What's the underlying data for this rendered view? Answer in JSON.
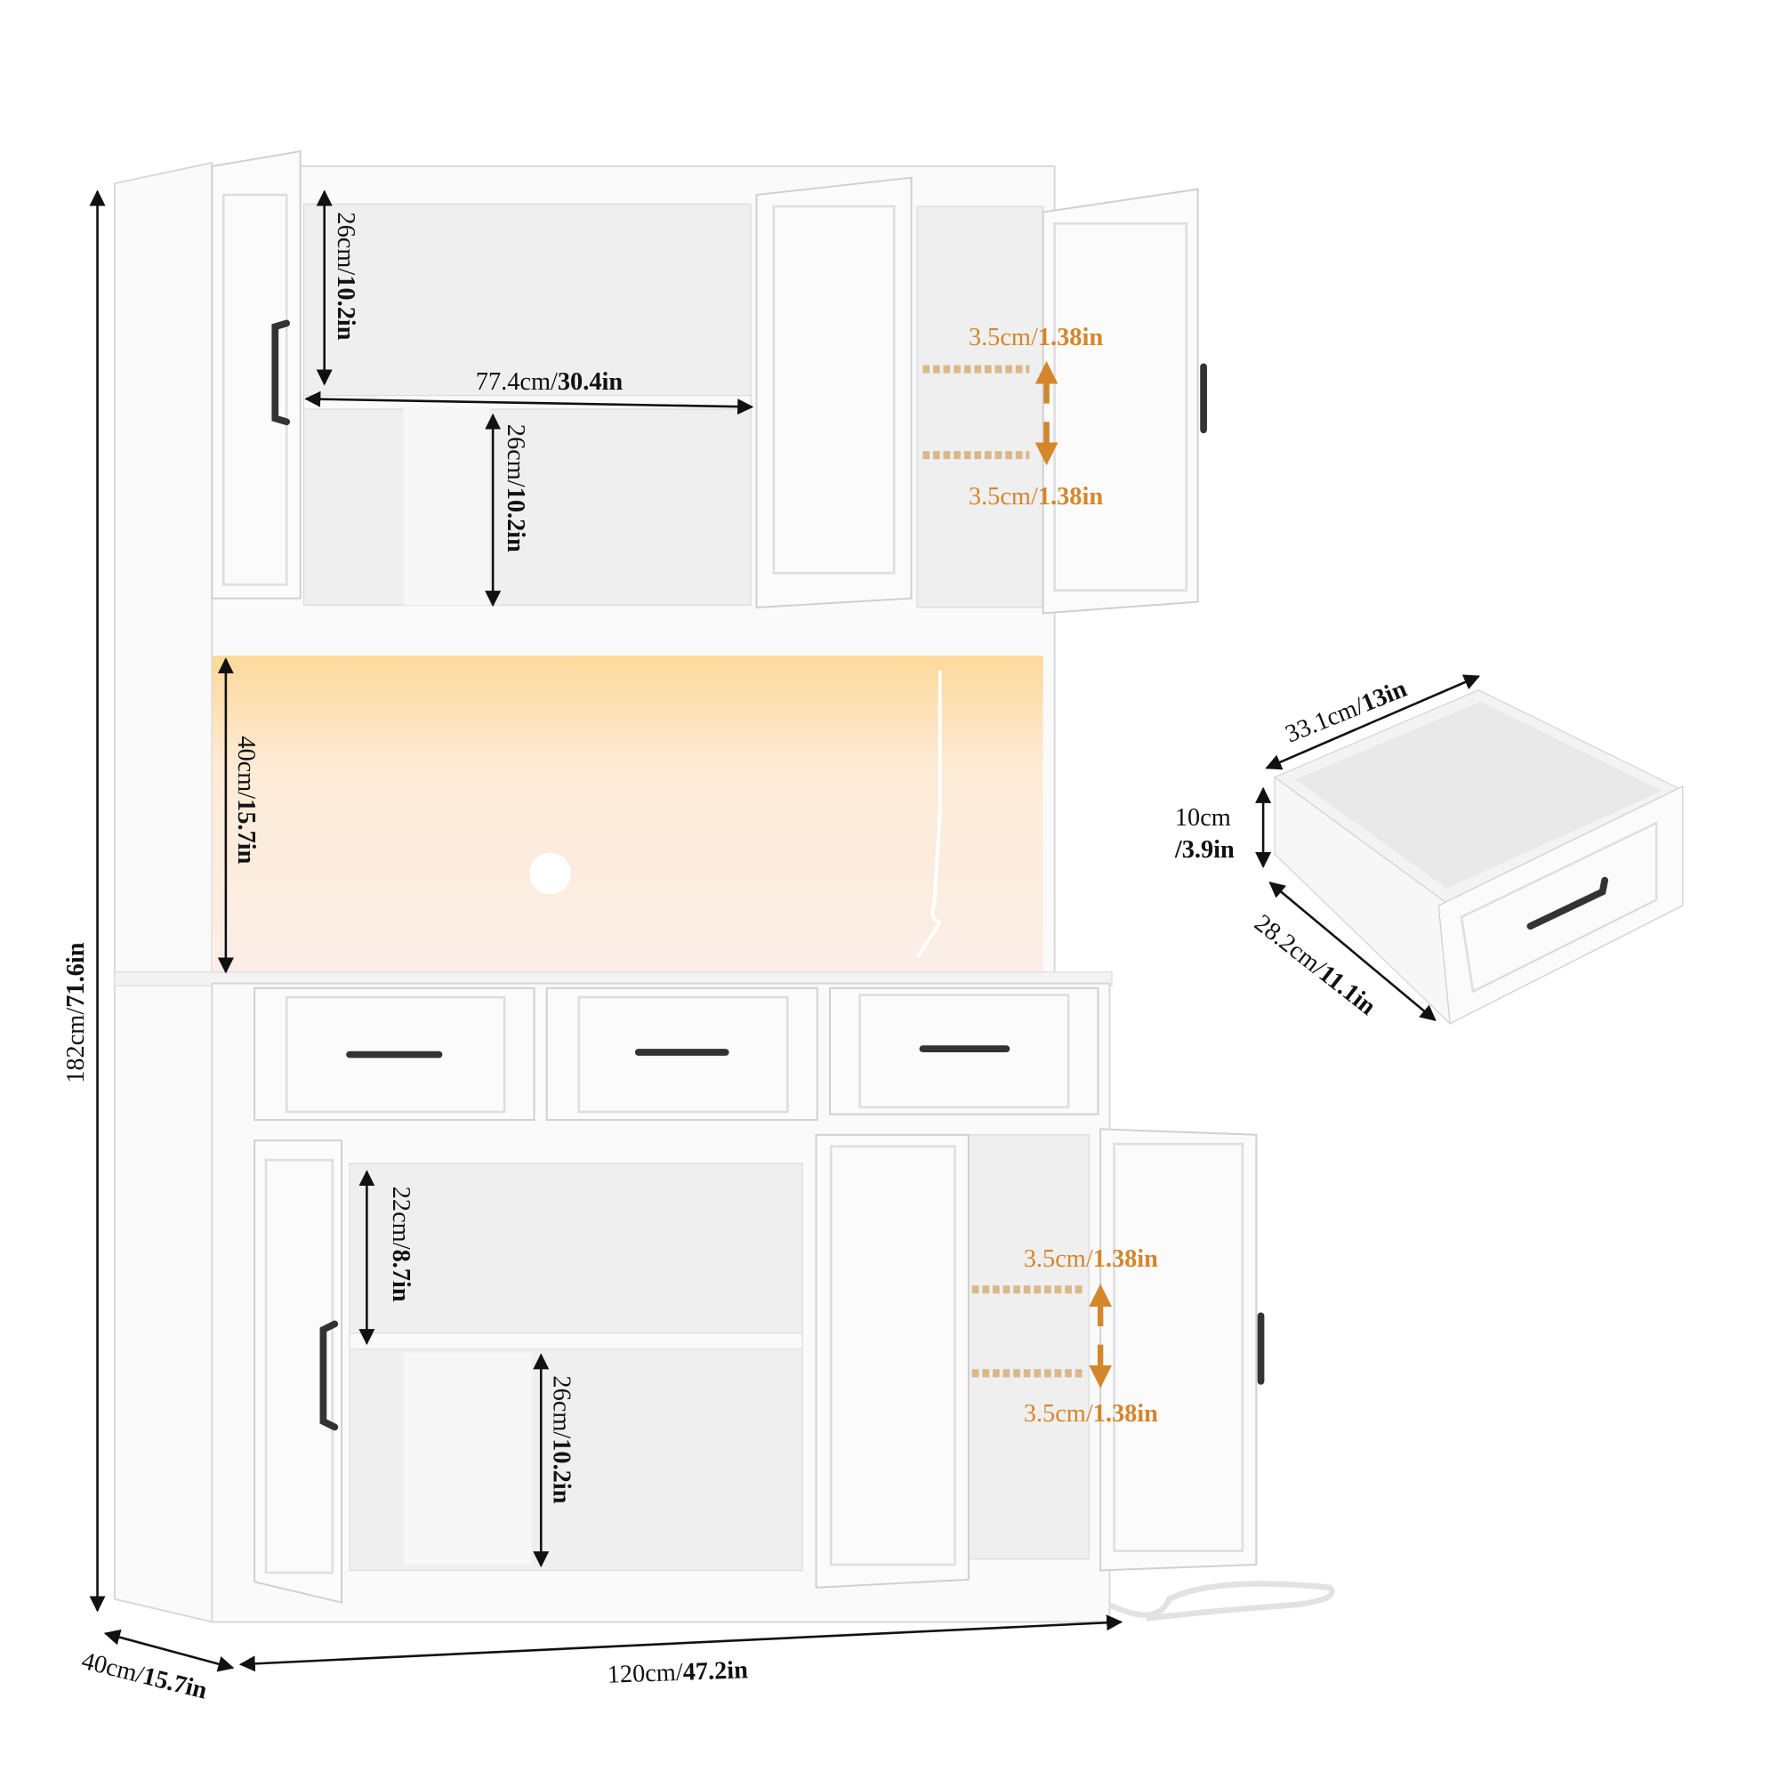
{
  "colors": {
    "accent": "#d4862b",
    "cabinet": "#fafafa",
    "led_glow": "#fde1b0"
  },
  "dimensions": {
    "height": {
      "cm": "182cm/",
      "in": "71.6in"
    },
    "depth": {
      "cm": "40cm/",
      "in": "15.7in"
    },
    "width": {
      "cm": "120cm/",
      "in": "47.2in"
    },
    "upper_left_shelf": {
      "cm": "26cm/",
      "in": "10.2in"
    },
    "upper_inner_width": {
      "cm": "77.4cm/",
      "in": "30.4in"
    },
    "upper_lower_shelf": {
      "cm": "26cm/",
      "in": "10.2in"
    },
    "open_shelf": {
      "cm": "40cm/",
      "in": "15.7in"
    },
    "upper_adjust_up": {
      "cm": "3.5cm/",
      "in": "1.38in"
    },
    "upper_adjust_down": {
      "cm": "3.5cm/",
      "in": "1.38in"
    },
    "lower_top_shelf": {
      "cm": "22cm/",
      "in": "8.7in"
    },
    "lower_bottom_shelf": {
      "cm": "26cm/",
      "in": "10.2in"
    },
    "lower_adjust_up": {
      "cm": "3.5cm/",
      "in": "1.38in"
    },
    "lower_adjust_down": {
      "cm": "3.5cm/",
      "in": "1.38in"
    }
  },
  "drawer": {
    "width": {
      "cm": "33.1cm/",
      "in": "13in"
    },
    "height": {
      "cm": "10cm",
      "in": "/3.9in"
    },
    "depth": {
      "cm": "28.2cm/",
      "in": "11.1in"
    }
  }
}
